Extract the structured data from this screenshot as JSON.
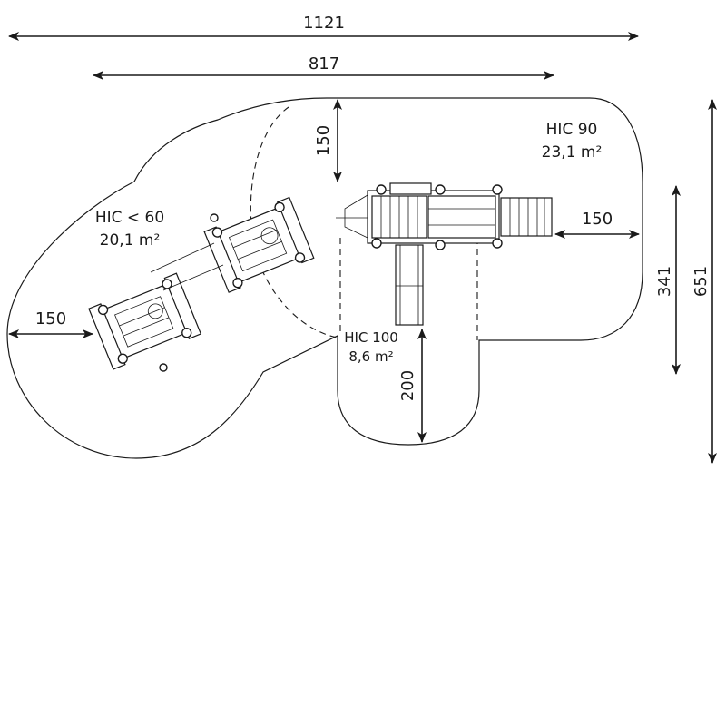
{
  "dimensions": {
    "total_width": "1121",
    "inner_width": "817",
    "top_clearance": "150",
    "right_clearance": "150",
    "left_clearance": "150",
    "slide_clearance": "200",
    "height_right": "341",
    "total_height": "651"
  },
  "zones": [
    {
      "hic": "HIC 90",
      "area": "23,1 m²"
    },
    {
      "hic": "HIC < 60",
      "area": "20,1 m²"
    },
    {
      "hic": "HIC 100",
      "area": "8,6 m²"
    }
  ],
  "colors": {
    "line": "#1a1a1a",
    "background": "#ffffff"
  }
}
